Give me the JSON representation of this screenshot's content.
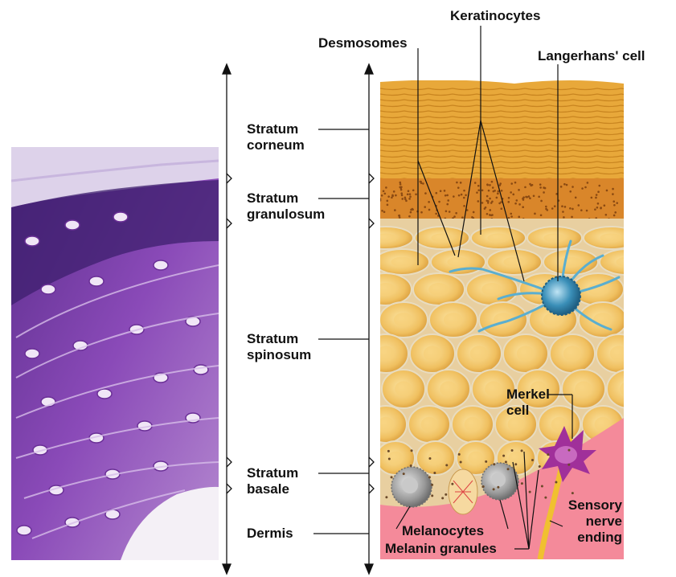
{
  "layers": [
    {
      "line1": "Stratum",
      "line2": "corneum"
    },
    {
      "line1": "Stratum",
      "line2": "granulosum"
    },
    {
      "line1": "Stratum",
      "line2": "spinosum"
    },
    {
      "line1": "Stratum",
      "line2": "basale"
    },
    {
      "line1": "Dermis",
      "line2": ""
    }
  ],
  "labels": {
    "keratinocytes": "Keratinocytes",
    "desmosomes": "Desmosomes",
    "langerhans": "Langerhans' cell",
    "merkel_1": "Merkel",
    "merkel_2": "cell",
    "sensory_1": "Sensory",
    "sensory_2": "nerve",
    "sensory_3": "ending",
    "melanocytes": "Melanocytes",
    "melanin": "Melanin granules"
  },
  "colors": {
    "corneum": "#e8a83a",
    "granulosum": "#d9862a",
    "cell_fill": "#f0c060",
    "cell_edge": "#d8d0b8",
    "dermis": "#f48a9a",
    "langerhans": "#3a8fb8",
    "merkel": "#a0309a",
    "nerve": "#f0c030",
    "melanocyte": "#9a9a9a",
    "histology": "#7a3fa8"
  }
}
